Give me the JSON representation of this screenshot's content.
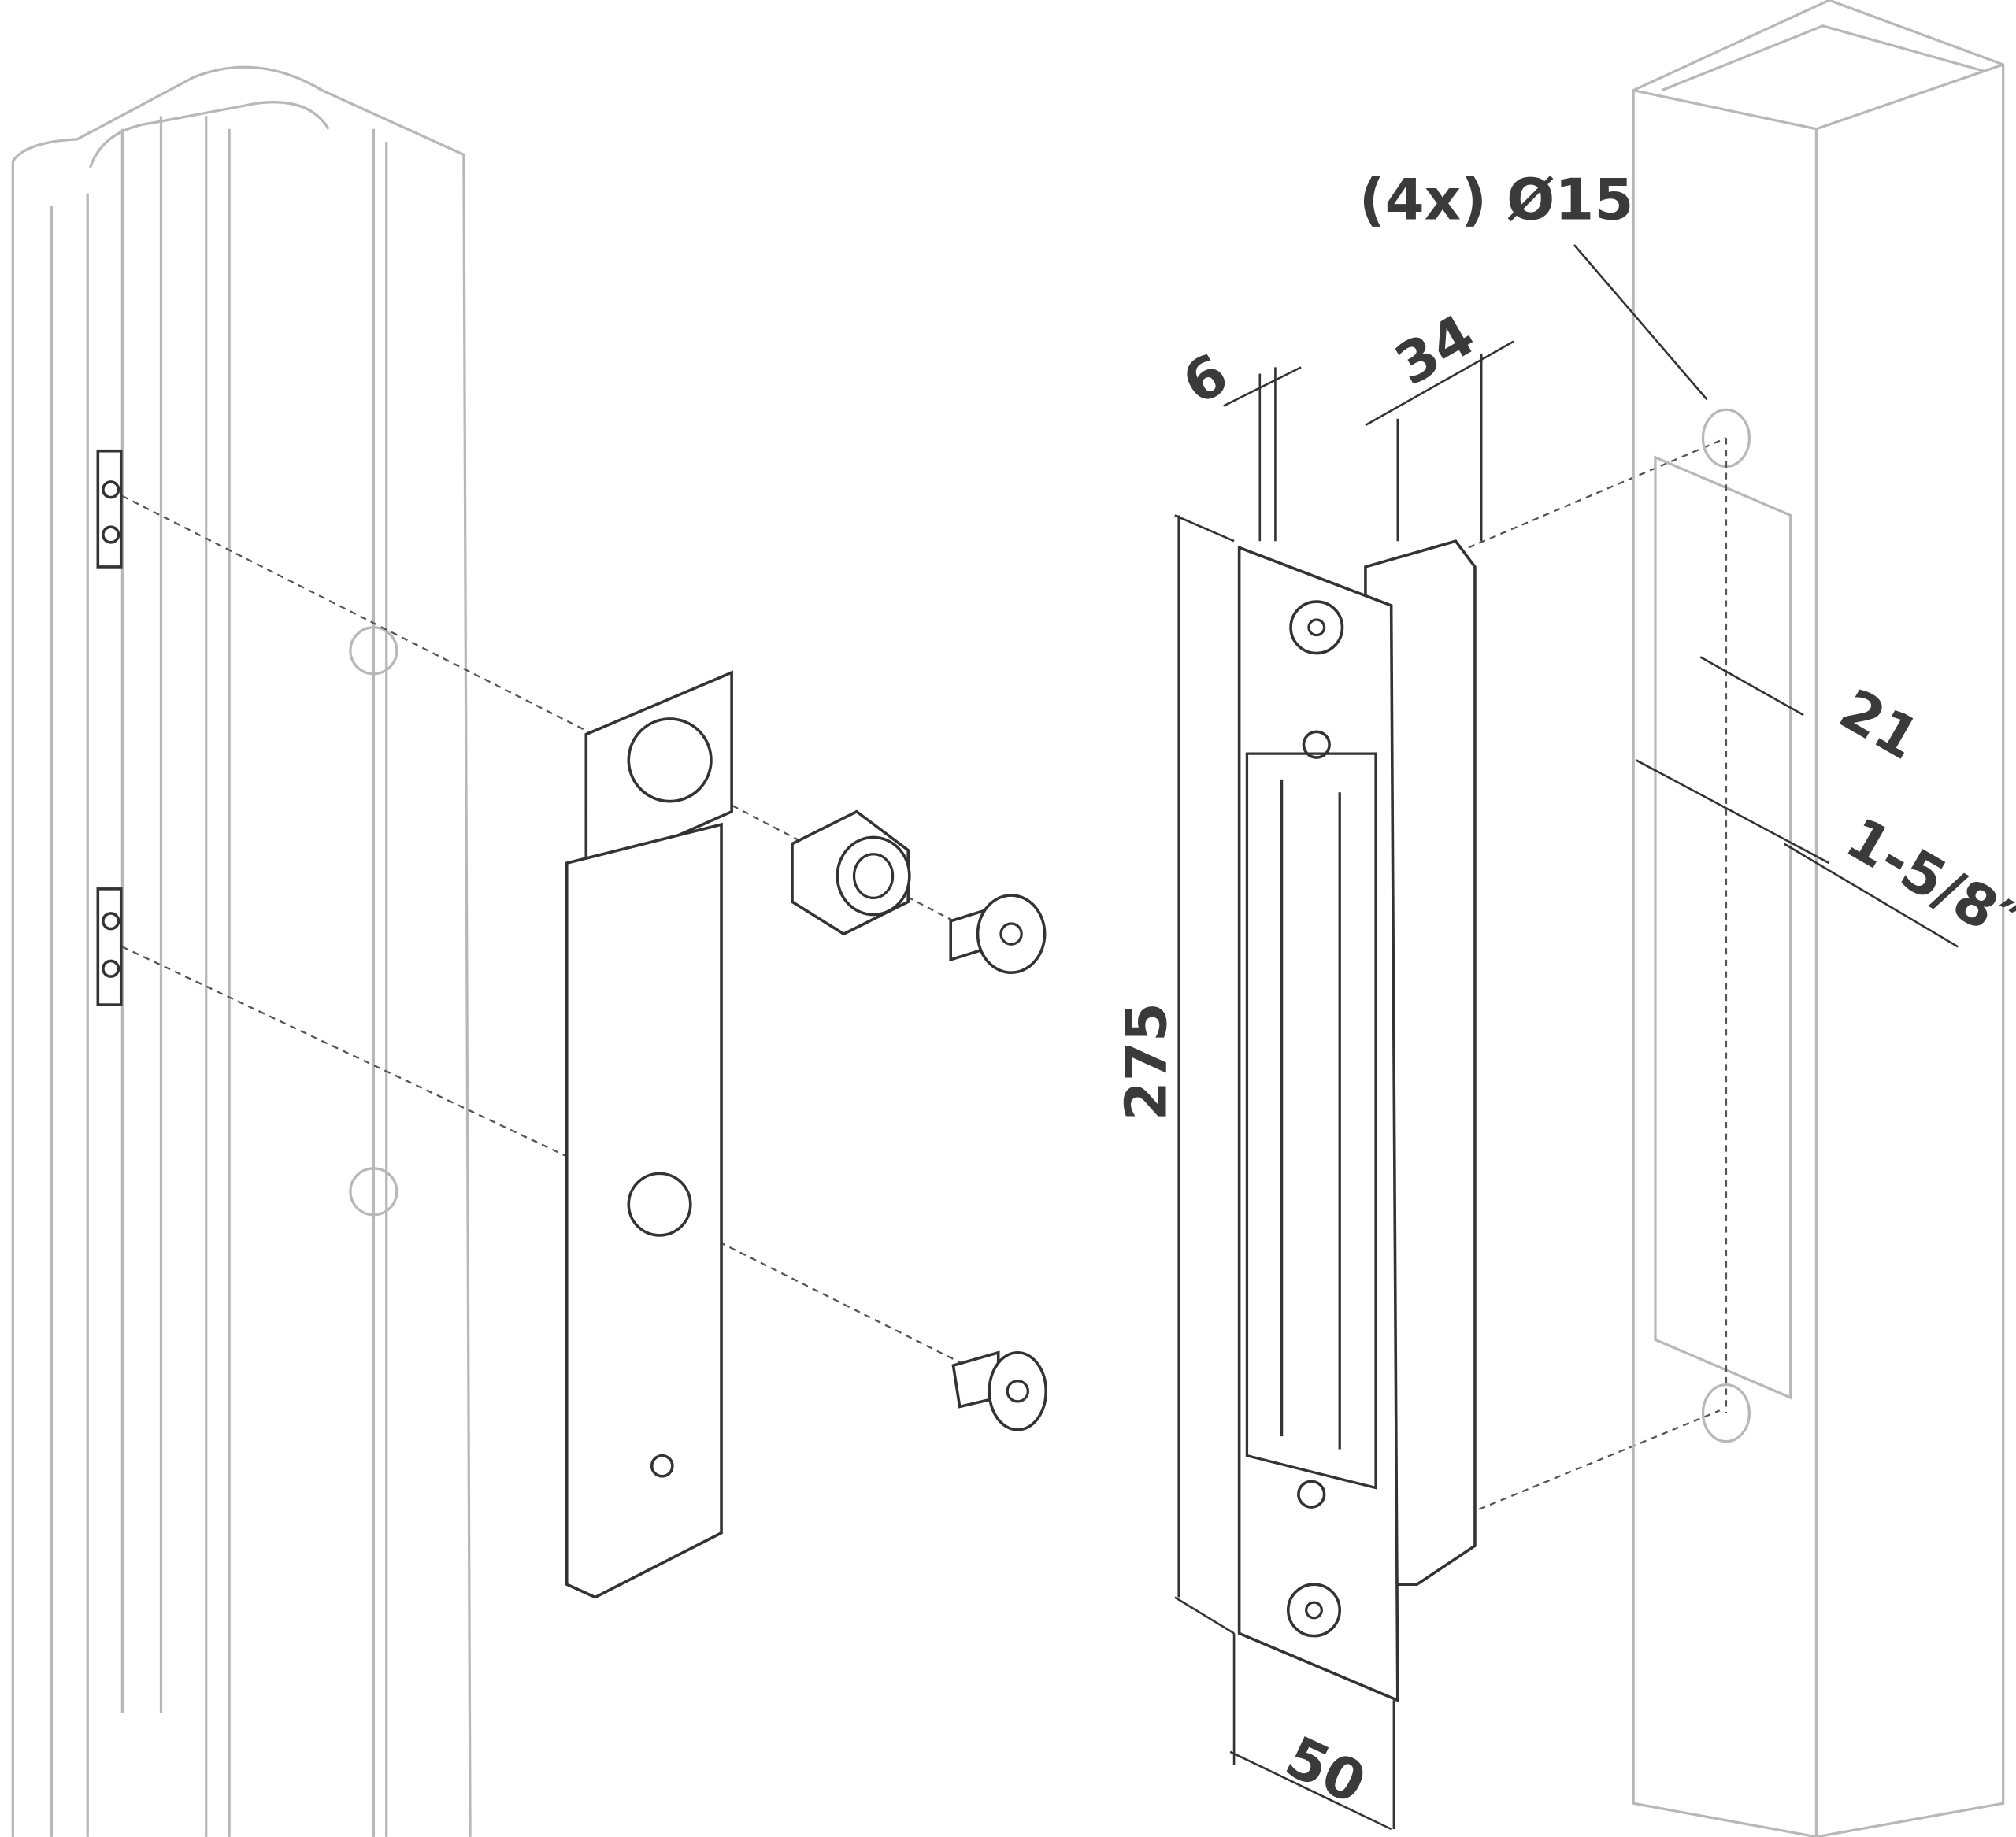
{
  "dimensions": {
    "holes": "(4x) Ø15",
    "plate_thickness": "6",
    "depth": "34",
    "offset": "21",
    "post_width": "1-5/8″",
    "height": "275",
    "width": "50"
  },
  "colors": {
    "line_dark": "#333333",
    "line_light": "#b8b8b8",
    "background": "#ffffff"
  }
}
